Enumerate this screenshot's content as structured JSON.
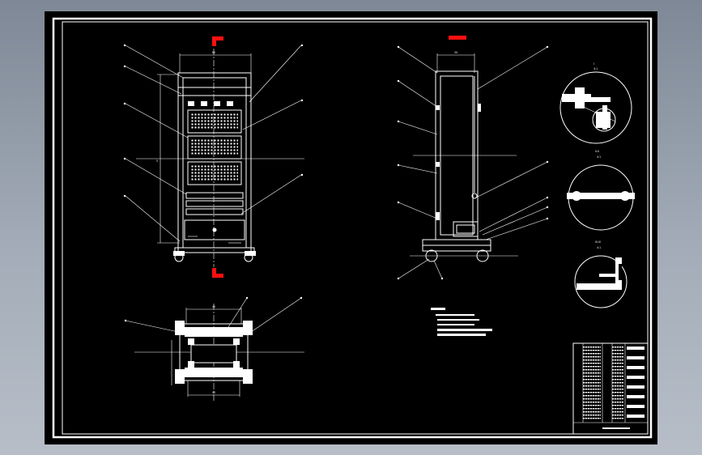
{
  "sheet": {
    "background_color": "#000000",
    "line_color": "#ffffff",
    "marker_color": "#ff1010"
  },
  "front_view": {
    "dim_width": "80",
    "dim_side": "5"
  },
  "side_view": {
    "dim_width": "30"
  },
  "bottom_view": {
    "dim_top": "40",
    "dim_bottom": "40"
  },
  "detail_views": {
    "view1_label": "I",
    "view1_scale": "4:1",
    "view2_label": "II-II",
    "view2_scale": "4:1",
    "view3_label": "III-III",
    "view3_scale": "4:1"
  }
}
